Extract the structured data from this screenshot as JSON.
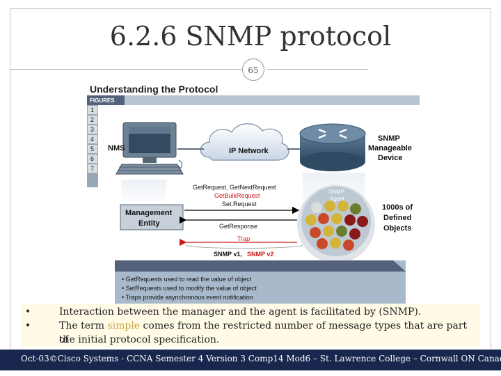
{
  "slide": {
    "title": "6.2.6  SNMP protocol",
    "page_number": "65"
  },
  "diagram": {
    "heading": "Understanding the Protocol",
    "figures_label": "FIGURES",
    "figure_numbers": [
      "1",
      "2",
      "3",
      "4",
      "5",
      "6",
      "7"
    ],
    "nms_label": "NMS",
    "cloud_label": "IP Network",
    "device_label_1": "SNMP",
    "device_label_2": "Manageable",
    "device_label_3": "Device",
    "agent_label_1": "SNMP",
    "agent_label_2": "Agent",
    "objects_label_1": "1000s of",
    "objects_label_2": "Defined",
    "objects_label_3": "Objects",
    "management_label_1": "Management",
    "management_label_2": "Entity",
    "msg_request": "GetRequest, GetNextRequest",
    "msg_bulk": "GetBulkRequest",
    "msg_set": "Set.Request",
    "msg_response": "GetResponse",
    "msg_trap": "Trap",
    "version_v1": "SNMP v1,",
    "version_v2": "SNMP v2",
    "notes": [
      "• GetRequests used to read the value of object",
      "• SetRequests used to modify the value of object",
      "• Traps provide asynchronous event notification"
    ],
    "colors": {
      "red_text": "#cc1a1a",
      "panel_blue": "#a9b9cc",
      "dark_header": "#53627a"
    }
  },
  "bullets": {
    "marker": "•",
    "line1": "Interaction between the manager and the agent is facilitated by (SNMP).",
    "line2_before": "The term ",
    "line2_highlight": "simple",
    "line2_after": " comes from the restricted number of message types that are part of",
    "line3": "the initial protocol specification."
  },
  "footer": {
    "text": "Oct-03©Cisco Systems - CCNA Semester 4 Version 3 Comp14 Mod6 – St. Lawrence College – Cornwall ON Canada"
  }
}
